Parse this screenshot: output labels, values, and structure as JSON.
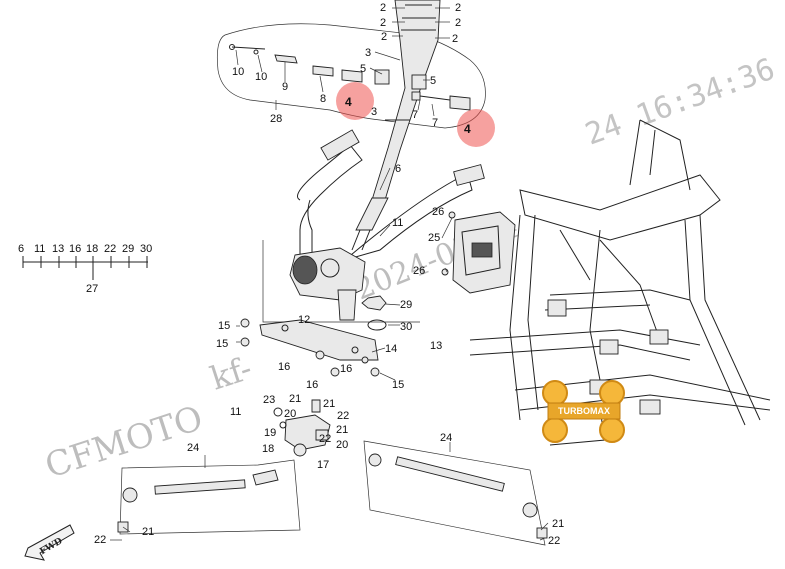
{
  "watermarks": {
    "brand": "CFMOTO",
    "model": "kf-",
    "timestamp_fragment": "24  16:34:36",
    "date_fragment": "2024-05-24"
  },
  "legend_group": {
    "numbers": [
      "6",
      "11",
      "13",
      "16",
      "18",
      "22",
      "29",
      "30"
    ],
    "group_label": "27"
  },
  "highlighted_callouts": [
    "4",
    "4"
  ],
  "direction_label": "FWD",
  "logo_text": "TURBOMAX",
  "callouts": {
    "c2a": "2",
    "c2b": "2",
    "c2c": "2",
    "c2d": "2",
    "c2e": "2",
    "c2f": "2",
    "c3a": "3",
    "c3b": "3",
    "c5": "5",
    "c5b": "5",
    "c6": "6",
    "c7a": "7",
    "c7b": "7",
    "c8": "8",
    "c9": "9",
    "c10a": "10",
    "c10b": "10",
    "c11a": "11",
    "c11b": "11",
    "c12": "12",
    "c13": "13",
    "c14": "14",
    "c15a": "15",
    "c15b": "15",
    "c15c": "15",
    "c16a": "16",
    "c16b": "16",
    "c16c": "16",
    "c17": "17",
    "c18": "18",
    "c19": "19",
    "c20a": "20",
    "c20b": "20",
    "c21a": "21",
    "c21b": "21",
    "c21c": "21",
    "c21d": "21",
    "c21e": "21",
    "c22a": "22",
    "c22b": "22",
    "c22c": "22",
    "c22d": "22",
    "c23": "23",
    "c24a": "24",
    "c24b": "24",
    "c25": "25",
    "c26a": "26",
    "c26b": "26",
    "c28": "28",
    "c29": "29",
    "c30": "30"
  }
}
